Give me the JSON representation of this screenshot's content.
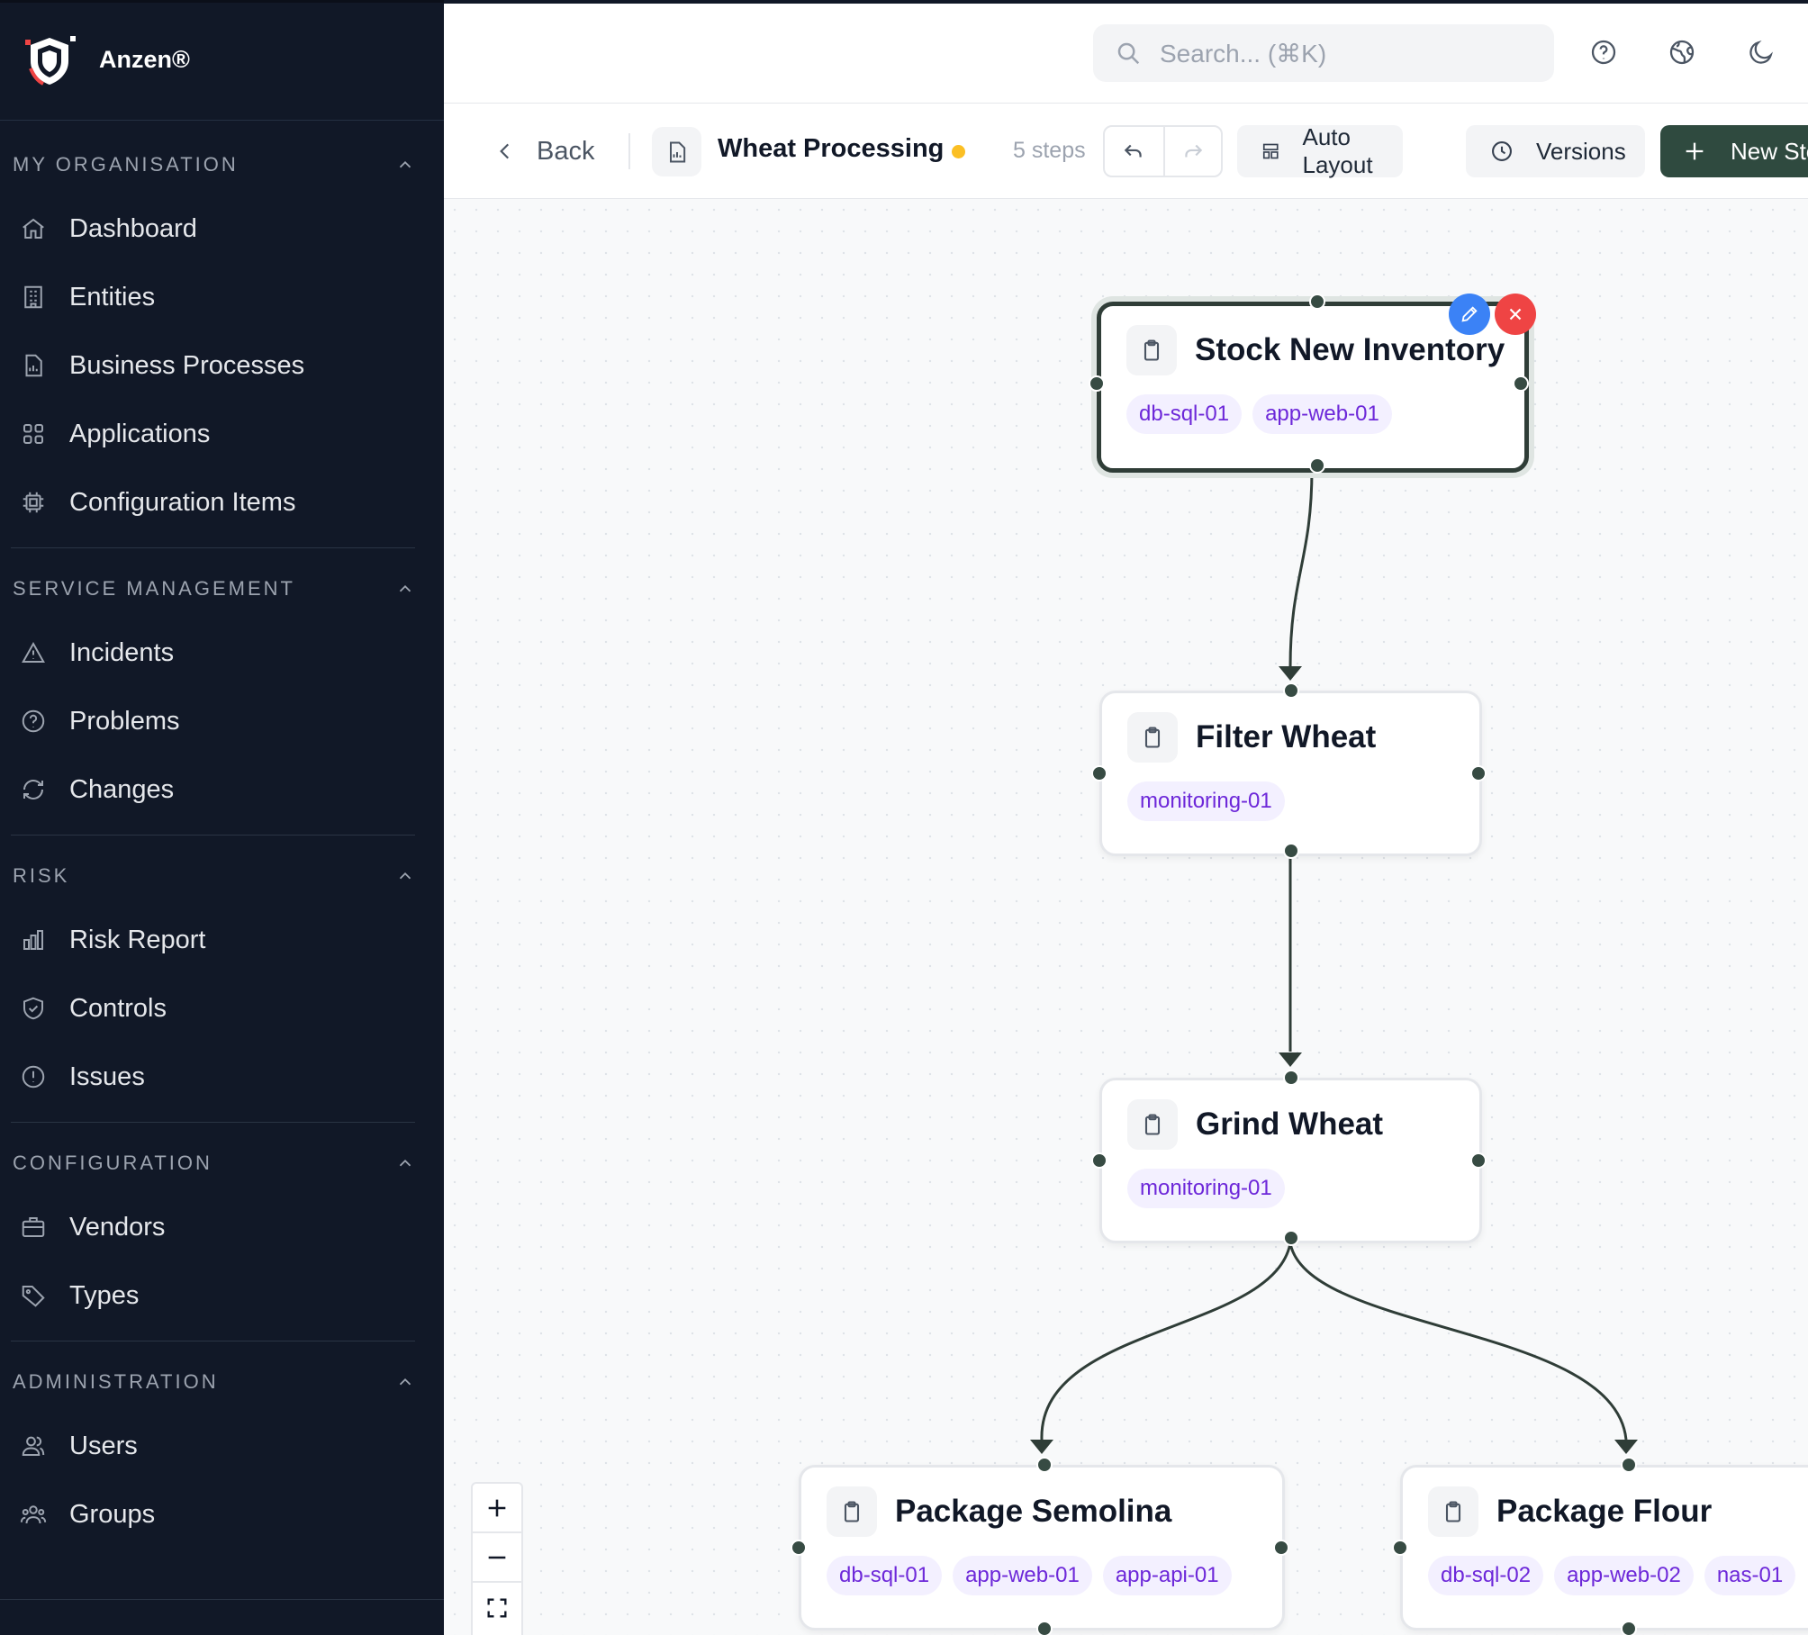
{
  "brand": {
    "name": "Anzen®"
  },
  "search": {
    "placeholder": "Search... (⌘K)"
  },
  "header_icons": [
    "help-circle-icon",
    "globe-icon",
    "moon-icon"
  ],
  "nav": {
    "sections": [
      {
        "heading": "MY ORGANISATION",
        "items": [
          {
            "label": "Dashboard",
            "icon": "home-icon"
          },
          {
            "label": "Entities",
            "icon": "building-icon"
          },
          {
            "label": "Business Processes",
            "icon": "document-chart-icon"
          },
          {
            "label": "Applications",
            "icon": "grid-icon"
          },
          {
            "label": "Configuration Items",
            "icon": "chip-icon"
          }
        ]
      },
      {
        "heading": "SERVICE MANAGEMENT",
        "items": [
          {
            "label": "Incidents",
            "icon": "warning-icon"
          },
          {
            "label": "Problems",
            "icon": "question-circle-icon"
          },
          {
            "label": "Changes",
            "icon": "refresh-icon"
          }
        ]
      },
      {
        "heading": "RISK",
        "items": [
          {
            "label": "Risk Report",
            "icon": "bar-chart-icon"
          },
          {
            "label": "Controls",
            "icon": "shield-check-icon"
          },
          {
            "label": "Issues",
            "icon": "alert-circle-icon"
          }
        ]
      },
      {
        "heading": "CONFIGURATION",
        "items": [
          {
            "label": "Vendors",
            "icon": "briefcase-icon"
          },
          {
            "label": "Types",
            "icon": "tag-icon"
          }
        ]
      },
      {
        "heading": "ADMINISTRATION",
        "items": [
          {
            "label": "Users",
            "icon": "users-icon"
          },
          {
            "label": "Groups",
            "icon": "user-group-icon"
          }
        ]
      }
    ]
  },
  "toolbar": {
    "back_label": "Back",
    "process_title": "Wheat Processing",
    "steps_label": "5 steps",
    "auto_layout_label": "Auto Layout",
    "versions_label": "Versions",
    "new_step_label": "New Step"
  },
  "colors": {
    "sidebar_bg": "#111827",
    "accent_green": "#2f4a3f",
    "tag_text": "#6d28d9",
    "unsaved_dot": "#fbbf24",
    "edit_blue": "#3b82f6",
    "delete_red": "#ef4444"
  },
  "flow": {
    "nodes": [
      {
        "title": "Stock New Inventory",
        "tags": [
          "db-sql-01",
          "app-web-01"
        ],
        "selected": true
      },
      {
        "title": "Filter Wheat",
        "tags": [
          "monitoring-01"
        ]
      },
      {
        "title": "Grind Wheat",
        "tags": [
          "monitoring-01"
        ]
      },
      {
        "title": "Package Semolina",
        "tags": [
          "db-sql-01",
          "app-web-01",
          "app-api-01"
        ]
      },
      {
        "title": "Package Flour",
        "tags": [
          "db-sql-02",
          "app-web-02",
          "nas-01"
        ]
      }
    ]
  }
}
